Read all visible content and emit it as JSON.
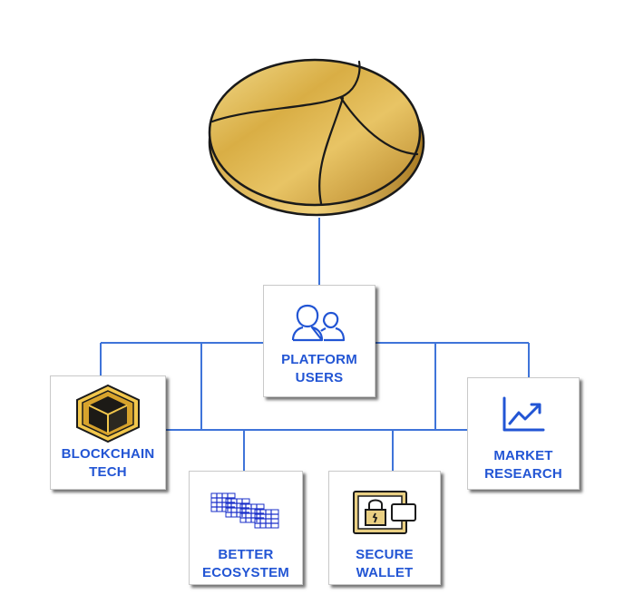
{
  "colors": {
    "accent": "#2255d4",
    "connector": "#3f74d9",
    "coin_gold": "#d4a93a",
    "coin_outline": "#1a1a1a",
    "box_border": "#c9c9c9"
  },
  "diagram": {
    "root": {
      "icon": "gold-coin-icon"
    },
    "hub": {
      "icon": "users-icon",
      "line1": "PLATFORM",
      "line2": "USERS"
    },
    "nodes": [
      {
        "id": "blockchain",
        "icon": "cube-icon",
        "line1": "BLOCKCHAIN",
        "line2": "TECH"
      },
      {
        "id": "ecosystem",
        "icon": "grid-stack-icon",
        "line1": "BETTER",
        "line2": "ECOSYSTEM"
      },
      {
        "id": "wallet",
        "icon": "lock-wallet-icon",
        "line1": "SECURE",
        "line2": "WALLET"
      },
      {
        "id": "market",
        "icon": "trend-chart-icon",
        "line1": "MARKET",
        "line2": "RESEARCH"
      }
    ]
  }
}
